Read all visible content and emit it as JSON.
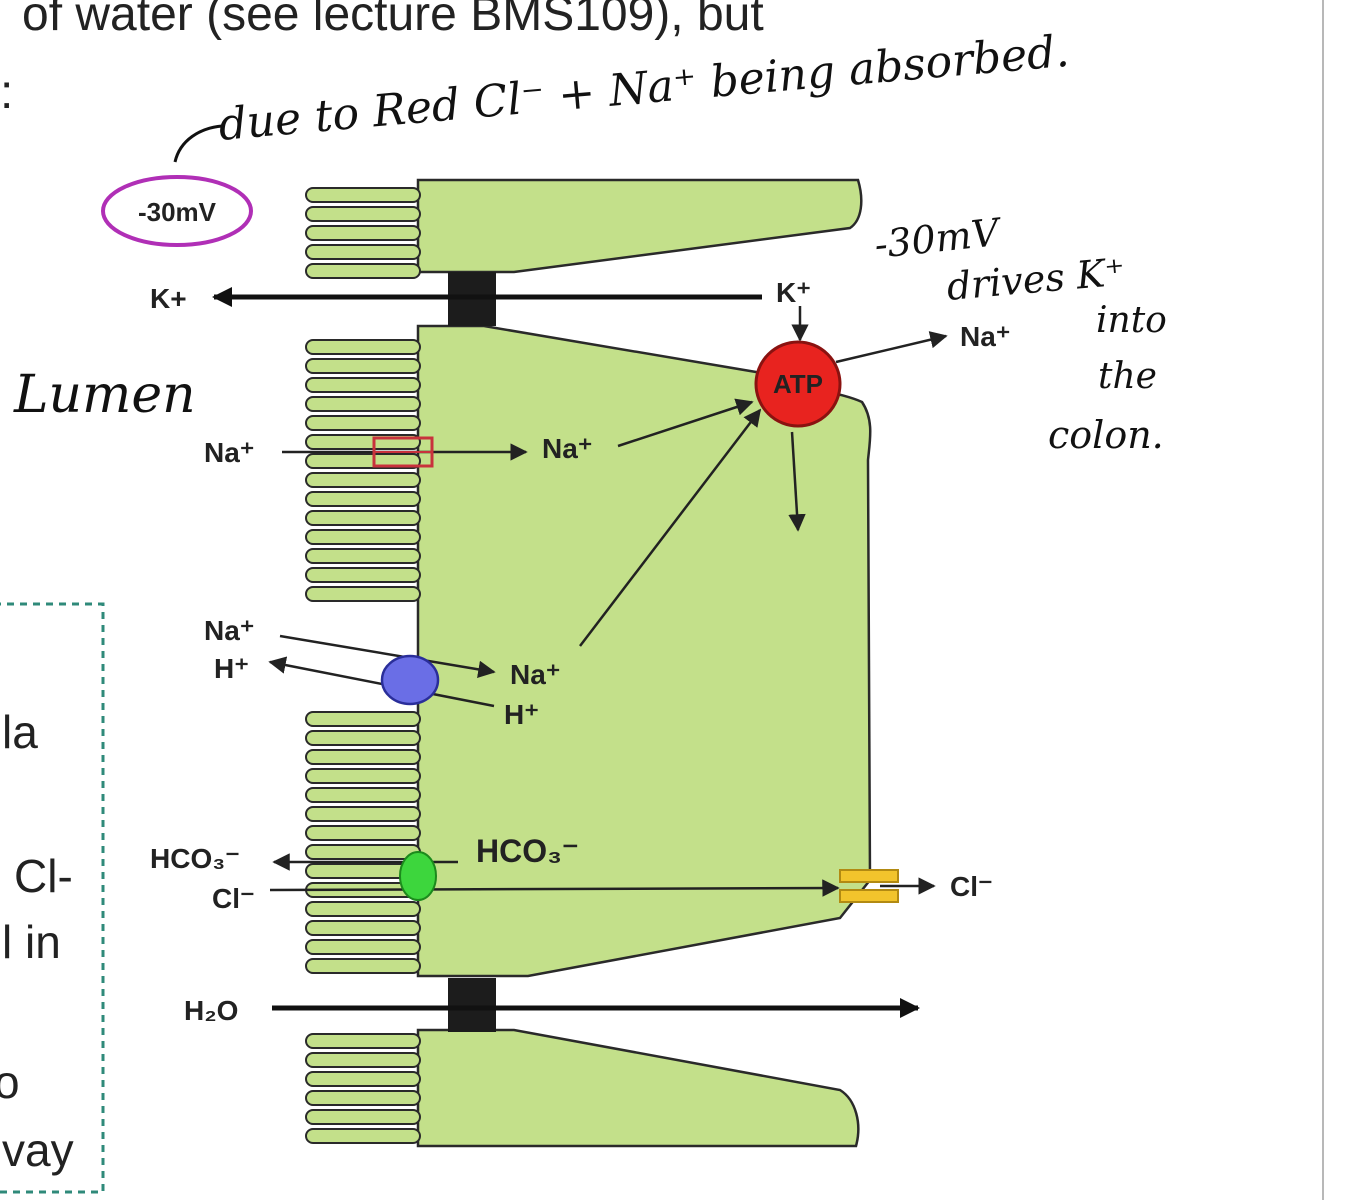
{
  "page": {
    "top_text": "of water (see lecture BMS109), but",
    "colon_fragment": ":",
    "side_fragments": [
      "la",
      "Cl-",
      "l in",
      "o",
      "vay"
    ]
  },
  "annotations": {
    "handwritten_top": "due to Red Cl⁻ + Na⁺ being absorbed.",
    "handwritten_lumen": "Lumen",
    "handwritten_right": [
      "-30mV",
      "drives K⁺",
      "into",
      "the",
      "colon."
    ],
    "membrane_potential_badge": "-30mV"
  },
  "diagram": {
    "labels": {
      "k_left": "K+",
      "k_right": "K⁺",
      "na_out_pump": "Na⁺",
      "atp": "ATP",
      "na_in_channel": "Na⁺",
      "na_cell_channel": "Na⁺",
      "na_in_exchanger": "Na⁺",
      "h_out_exchanger": "H⁺",
      "na_cell_exchanger": "Na⁺",
      "h_cell_exchanger": "H⁺",
      "hco3_out": "HCO₃⁻",
      "cl_in": "Cl⁻",
      "hco3_cell": "HCO₃⁻",
      "cl_out_basolateral": "Cl⁻",
      "water": "H₂O"
    },
    "colors": {
      "cell_fill": "#c3e08a",
      "atp_pump": "#e8231f",
      "nhe_exchanger": "#6a6ee6",
      "anion_exchanger": "#3dd63d",
      "enac_channel": "#c8323c",
      "cl_channel": "#f2c42c",
      "badge_outline": "#b02fb6",
      "dashed_box": "#2f8a7a"
    }
  }
}
